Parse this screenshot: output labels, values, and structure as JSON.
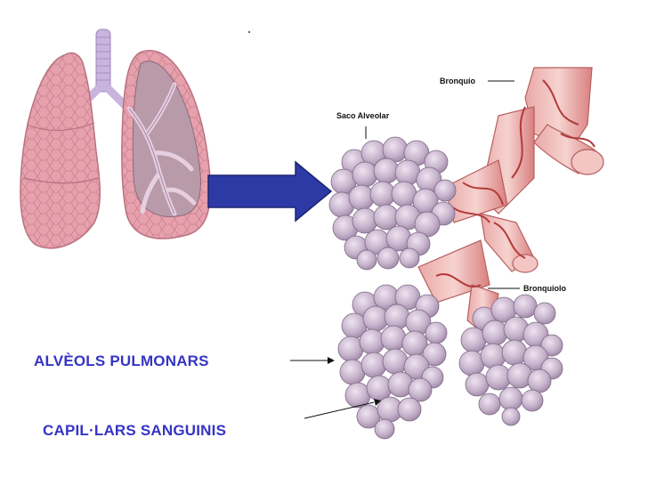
{
  "labels": {
    "alveols": "ALVÈOLS PULMONARS",
    "capillars": "CAPIL·LARS SANGUINIS",
    "bronquio": "Bronquio",
    "saco_alveolar": "Saco Alveolar",
    "bronquiolo": "Bronquiolo"
  },
  "colors": {
    "caption": "#3535c4",
    "arrow": "#2d3aa6",
    "lung_fill": "#e7a1ad",
    "lung_stroke": "#b8707e",
    "trachea": "#c8b4de",
    "alveoli": "#c9b8cf",
    "bronchi": "#d98a8a",
    "vessel": "#b23a3a"
  }
}
